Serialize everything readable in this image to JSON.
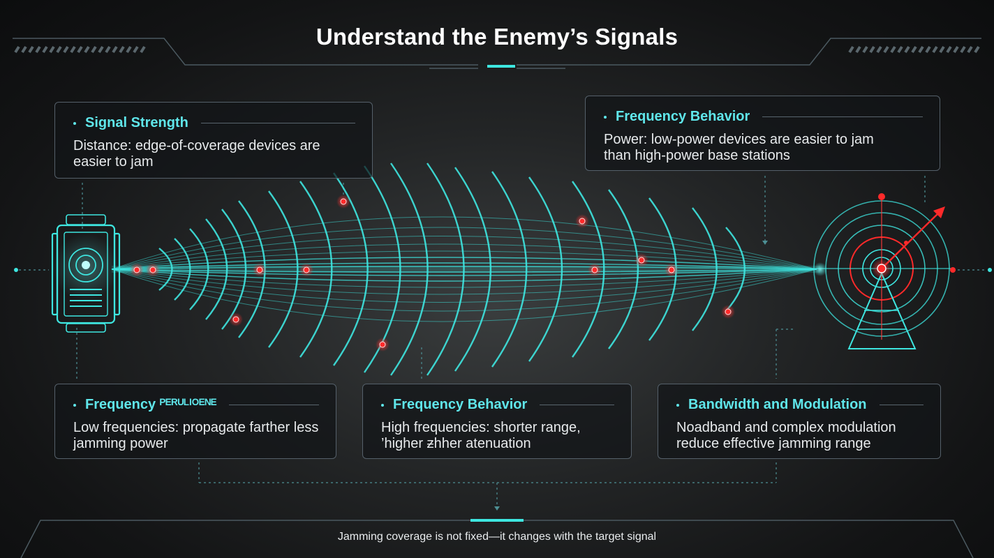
{
  "title": "Understand the Enemy’s Signals",
  "cards": {
    "top_left": {
      "heading": "Signal Strength",
      "body": "Distance: edge-of-coverage devices are easier to jam"
    },
    "top_right": {
      "heading": "Frequency Behavior",
      "body": "Power: low-power devices are easier to jam than high-power base stations"
    },
    "bottom_left": {
      "heading": "Frequency ᴾᴱᴿᵁᴸᴵᴼᴱᴺᴱ",
      "body": "Low frequencies: propagate farther less jamming power"
    },
    "bottom_middle": {
      "heading": "Frequency Behavior",
      "body": "High frequencies: shorter range, ’higher ƶhher atenuation"
    },
    "bottom_right": {
      "heading": "Bandwidth and Modulation",
      "body": "Noadband and complex modulation reduce effective jamming range"
    }
  },
  "footer": "Jamming coverage is not fixed—it changes with the target signal",
  "icons": {
    "left": "jammer-device-icon",
    "right": "radio-tower-target-icon"
  },
  "colors": {
    "accent": "#5fe6ea",
    "beam": "#3ee6e0",
    "marker": "#ff2a2a",
    "border": "#55606a",
    "background": "#1c1e1f"
  }
}
